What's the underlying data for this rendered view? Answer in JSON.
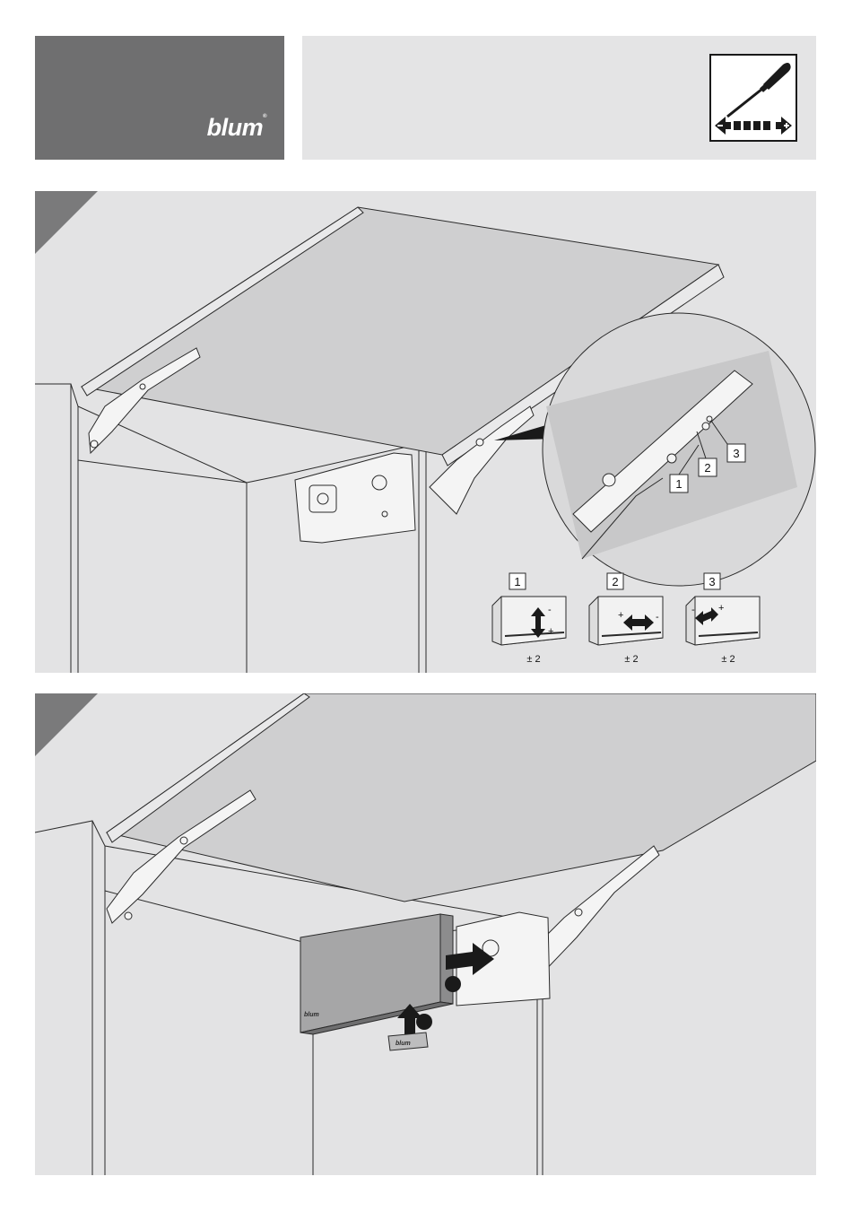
{
  "header": {
    "brand_name": "blum",
    "brand_mark": "®",
    "tool_icon": "screwdriver-adjust-icon"
  },
  "step1": {
    "callouts": [
      "1",
      "2",
      "3"
    ],
    "adjustments": [
      {
        "number": "1",
        "tolerance": "± 2",
        "minus": "-",
        "plus": "+"
      },
      {
        "number": "2",
        "tolerance": "± 2",
        "plus": "+",
        "minus": "-"
      },
      {
        "number": "3",
        "tolerance": "± 2",
        "minus": "-",
        "plus": "+"
      }
    ]
  },
  "step2": {
    "cover_logo": "blum",
    "clip_logo": "blum"
  },
  "colors": {
    "panel_bg": "#e3e3e4",
    "header_dark": "#6f6f70",
    "header_light": "#e4e4e5",
    "line": "#2a2a2a"
  }
}
